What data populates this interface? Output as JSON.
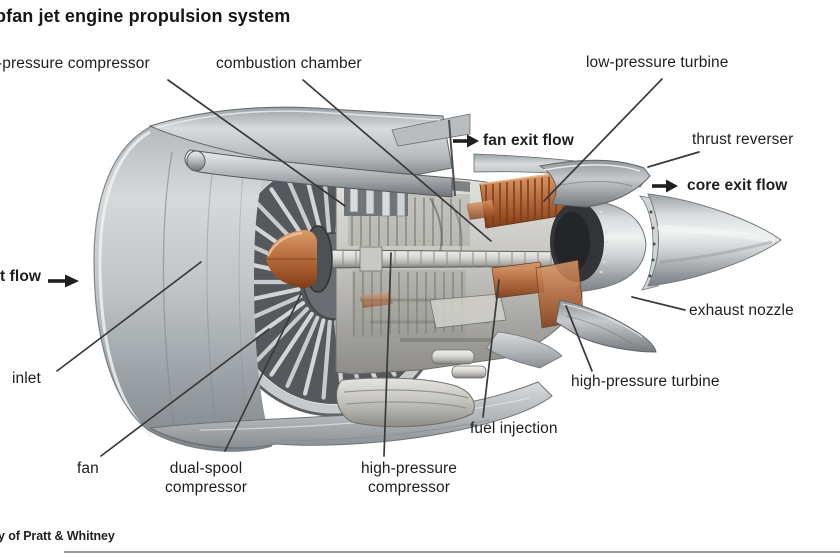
{
  "title": "bfan jet engine propulsion system",
  "credit": "y of Pratt & Whitney",
  "labels": {
    "lp_compressor": "-pressure compressor",
    "combustion_chamber": "combustion chamber",
    "lp_turbine": "low-pressure turbine",
    "fan_exit_flow": "fan exit flow",
    "thrust_reverser": "thrust reverser",
    "core_exit_flow": "core exit flow",
    "inlet_flow": "t flow",
    "exhaust_nozzle": "exhaust nozzle",
    "inlet": "inlet",
    "hp_turbine": "high-pressure turbine",
    "fuel_injection": "fuel injection",
    "fan": "fan",
    "dual_spool_compressor": "dual-spool\ncompressor",
    "hp_compressor": "high-pressure\ncompressor"
  },
  "colors": {
    "background": "#ffffff",
    "label_text": "#1e1e1e",
    "leader_line": "#3a3a3c",
    "metal_light": "#e9ebec",
    "metal_mid": "#b7bbbe",
    "metal_dark": "#7c8186",
    "copper": "#bd7344",
    "copper_dark": "#8a4722",
    "exhaust_dark": "#2f3134"
  }
}
